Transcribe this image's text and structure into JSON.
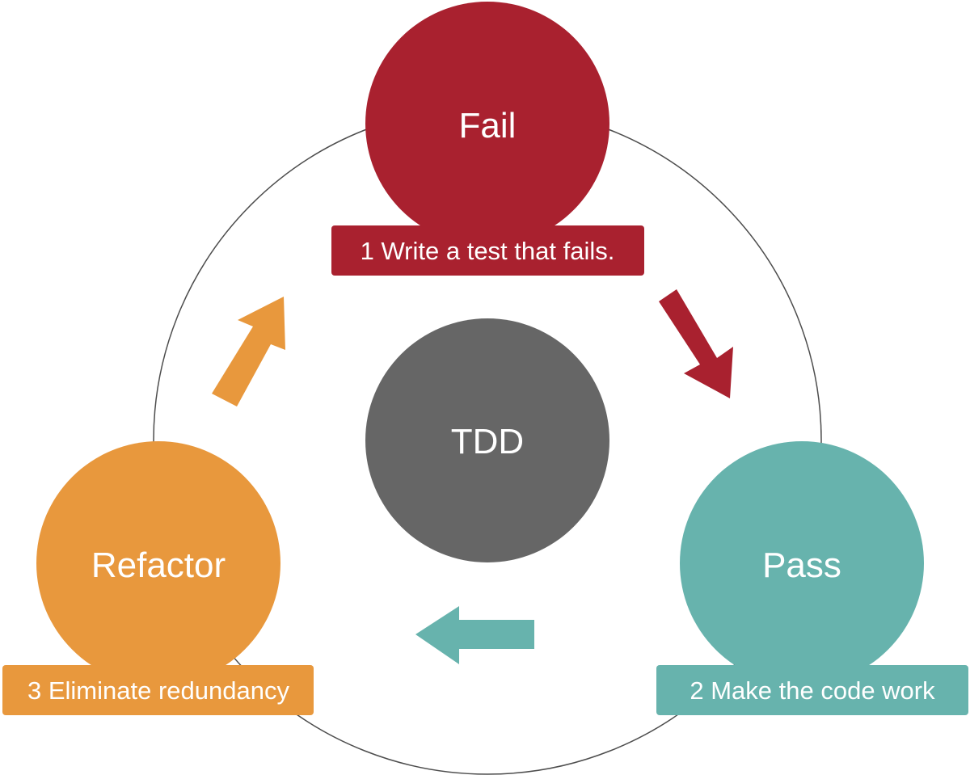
{
  "diagram": {
    "center": {
      "label": "TDD",
      "color": "#666666"
    },
    "nodes": [
      {
        "id": "fail",
        "label": "Fail",
        "caption": "1 Write a test that fails.",
        "color": "#a9212f"
      },
      {
        "id": "pass",
        "label": "Pass",
        "caption": "2 Make the code work",
        "color": "#67b3ad"
      },
      {
        "id": "refactor",
        "label": "Refactor",
        "caption": "3 Eliminate redundancy",
        "color": "#e8983d"
      }
    ],
    "cycle_ring_color": "#4d4d4d"
  }
}
